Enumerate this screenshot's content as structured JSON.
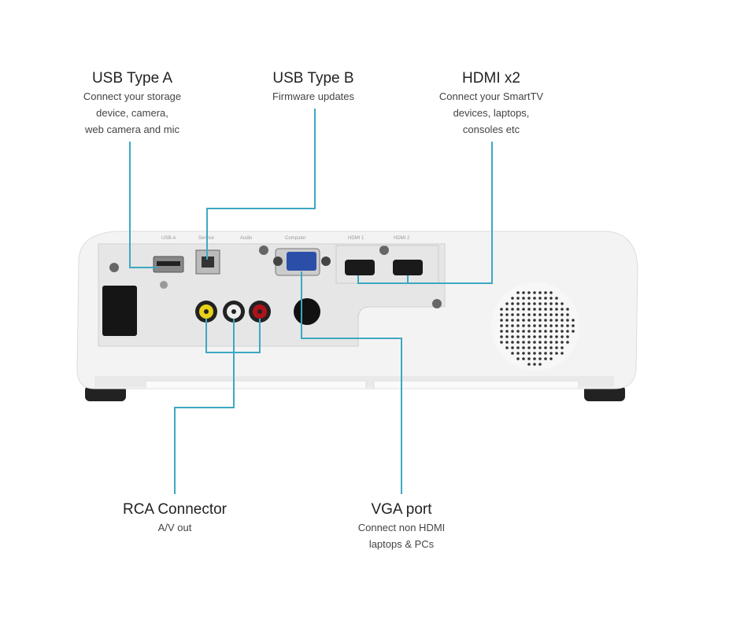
{
  "callouts": {
    "usb_a": {
      "title": "USB Type A",
      "desc": [
        "Connect your storage",
        "device, camera,",
        "web camera and mic"
      ]
    },
    "usb_b": {
      "title": "USB Type B",
      "desc": [
        "Firmware updates"
      ]
    },
    "hdmi": {
      "title": "HDMI x2",
      "desc": [
        "Connect your SmartTV",
        "devices, laptops,",
        "consoles etc"
      ]
    },
    "rca": {
      "title": "RCA Connector",
      "desc": [
        "A/V out"
      ]
    },
    "vga": {
      "title": "VGA port",
      "desc": [
        "Connect non HDMI",
        "laptops & PCs"
      ]
    }
  },
  "port_labels": [
    "USB-A",
    "Service",
    "Audio",
    "Computer",
    "HDMI 1",
    "HDMI 2"
  ],
  "colors": {
    "line": "#3da8c2",
    "body": "#f2f2f2",
    "panel": "#e4e4e4",
    "vga": "#2b4fa8",
    "rca_yellow": "#e8d21a",
    "rca_red": "#b0121a"
  }
}
